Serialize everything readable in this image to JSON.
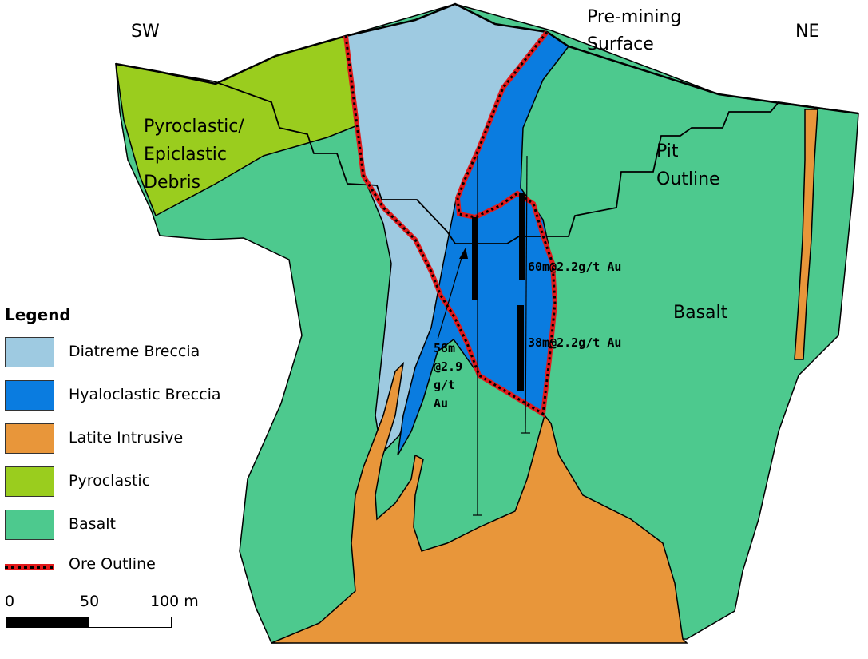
{
  "labels": {
    "sw": "SW",
    "ne": "NE",
    "pre_mining_1": "Pre-mining",
    "pre_mining_2": "Surface",
    "pyro_1": "Pyroclastic/",
    "pyro_2": "Epiclastic",
    "pyro_3": "Debris",
    "pit_1": "Pit",
    "pit_2": "Outline",
    "basalt": "Basalt",
    "intercept_1": "60m@2.2g/t Au",
    "intercept_2": "38m@2.2g/t Au",
    "intercept_3a": "58m",
    "intercept_3b": "@2.9",
    "intercept_3c": "g/t",
    "intercept_3d": "Au"
  },
  "legend": {
    "title": "Legend",
    "items": [
      {
        "label": "Diatreme Breccia",
        "color": "#9ecae1"
      },
      {
        "label": "Hyaloclastic Breccia",
        "color": "#0a7ce0"
      },
      {
        "label": "Latite Intrusive",
        "color": "#e8963a"
      },
      {
        "label": "Pyroclastic",
        "color": "#9acd1e"
      },
      {
        "label": "Basalt",
        "color": "#4dc98e"
      },
      {
        "label": "Ore Outline",
        "color": "#e31a1c"
      }
    ]
  },
  "scale": {
    "tick_0": "0",
    "tick_1": "50",
    "tick_2": "100 m"
  },
  "colors": {
    "diatreme": "#9ecae1",
    "hyaloclastic": "#0a7ce0",
    "latite": "#e8963a",
    "pyroclastic": "#9acd1e",
    "basalt": "#4dc98e",
    "ore": "#e31a1c"
  }
}
